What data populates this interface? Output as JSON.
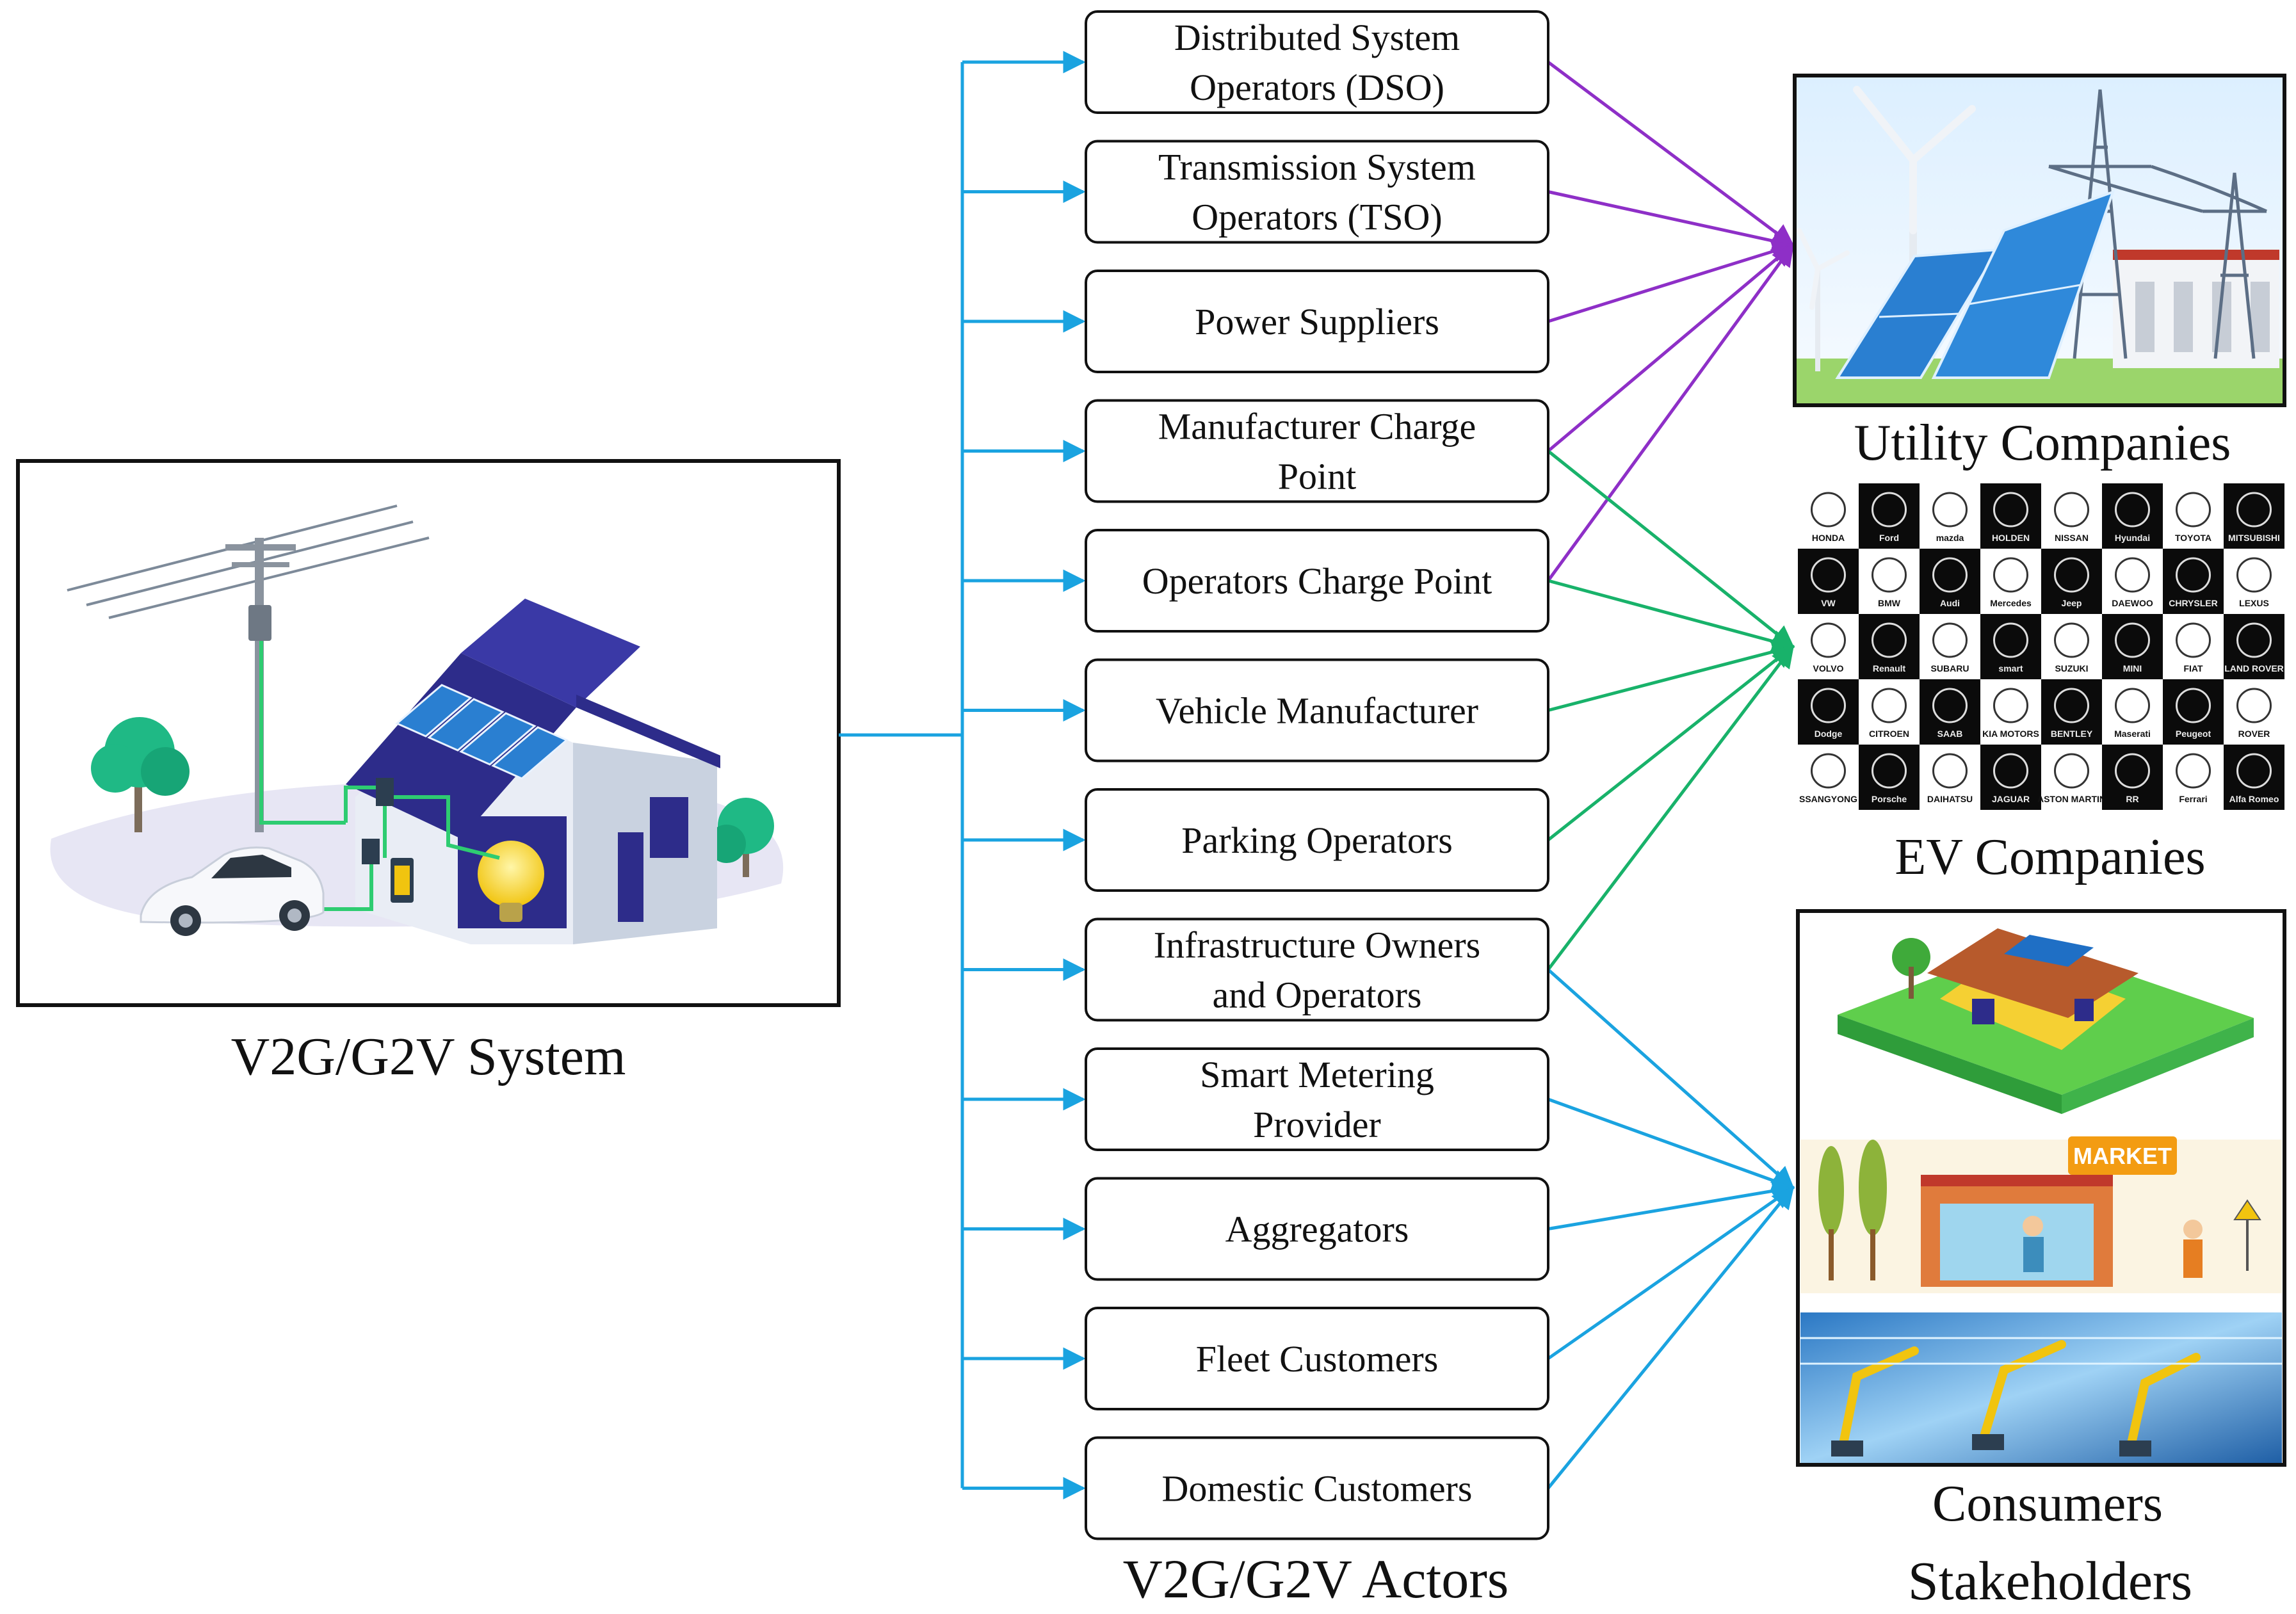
{
  "system": {
    "caption": "V2G/G2V System"
  },
  "actors": {
    "caption": "V2G/G2V Actors",
    "items": [
      {
        "lines": [
          "Distributed System",
          "Operators (DSO)"
        ]
      },
      {
        "lines": [
          "Transmission System",
          "Operators (TSO)"
        ]
      },
      {
        "lines": [
          "Power Suppliers"
        ]
      },
      {
        "lines": [
          "Manufacturer Charge",
          "Point"
        ]
      },
      {
        "lines": [
          "Operators Charge Point"
        ]
      },
      {
        "lines": [
          "Vehicle Manufacturer"
        ]
      },
      {
        "lines": [
          "Parking Operators"
        ]
      },
      {
        "lines": [
          "Infrastructure Owners",
          "and Operators"
        ]
      },
      {
        "lines": [
          "Smart Metering",
          "Provider"
        ]
      },
      {
        "lines": [
          "Aggregators"
        ]
      },
      {
        "lines": [
          "Fleet Customers"
        ]
      },
      {
        "lines": [
          "Domestic Customers"
        ]
      }
    ]
  },
  "stakeholders": {
    "caption": "Stakeholders",
    "groups": [
      {
        "name": "Utility Companies",
        "color": "#8e2fc7"
      },
      {
        "name": "EV Companies",
        "color": "#18b26a"
      },
      {
        "name": "Consumers",
        "color": "#1aa3e0"
      }
    ]
  },
  "ev_brands": [
    "HONDA",
    "Ford",
    "mazda",
    "HOLDEN",
    "NISSAN",
    "Hyundai",
    "TOYOTA",
    "MITSUBISHI",
    "VW",
    "BMW",
    "Audi",
    "Mercedes",
    "Jeep",
    "DAEWOO",
    "CHRYSLER",
    "LEXUS",
    "VOLVO",
    "Renault",
    "SUBARU",
    "smart",
    "SUZUKI",
    "MINI",
    "FIAT",
    "LAND ROVER",
    "Dodge",
    "CITROEN",
    "SAAB",
    "KIA MOTORS",
    "BENTLEY",
    "Maserati",
    "Peugeot",
    "ROVER",
    "SSANGYONG",
    "Porsche",
    "DAIHATSU",
    "JAGUAR",
    "ASTON MARTIN",
    "RR",
    "Ferrari",
    "Alfa Romeo"
  ],
  "market_sign": "MARKET",
  "connections": {
    "utility": [
      0,
      1,
      2,
      3,
      4
    ],
    "ev": [
      3,
      4,
      5,
      6,
      7
    ],
    "consumers": [
      7,
      8,
      9,
      10,
      11
    ]
  },
  "colors": {
    "feed": "#1aa3e0",
    "utility": "#8e2fc7",
    "ev": "#18b26a",
    "consumers": "#1aa3e0"
  }
}
